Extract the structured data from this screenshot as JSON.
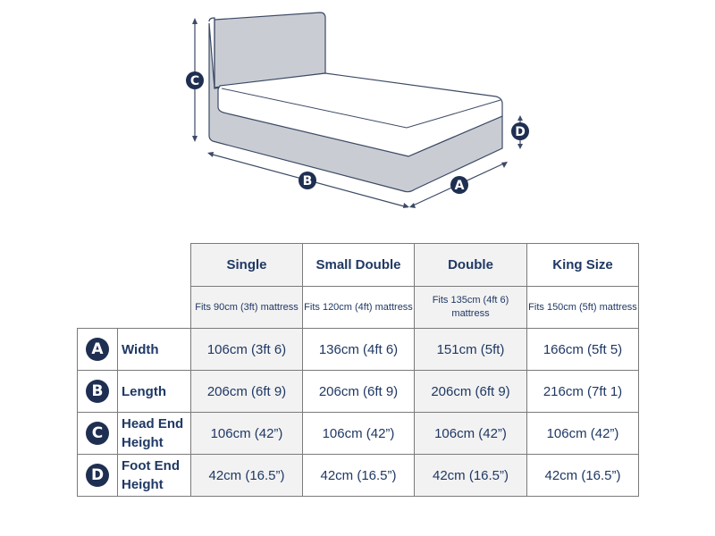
{
  "diagram": {
    "labels": {
      "a": "A",
      "b": "B",
      "c": "C",
      "d": "D"
    },
    "colors": {
      "frame": "#c9cdd3",
      "outline": "#3c4a66",
      "mattress": "#ffffff",
      "badge": "#1f2f52"
    }
  },
  "table": {
    "columns": [
      {
        "name": "Single",
        "fits": "Fits 90cm (3ft) mattress"
      },
      {
        "name": "Small Double",
        "fits": "Fits 120cm (4ft) mattress"
      },
      {
        "name": "Double",
        "fits": "Fits 135cm (4ft 6) mattress"
      },
      {
        "name": "King Size",
        "fits": "Fits 150cm (5ft) mattress"
      }
    ],
    "rows": [
      {
        "badge": "A",
        "label": "Width",
        "values": [
          "106cm (3ft 6)",
          "136cm (4ft 6)",
          "151cm (5ft)",
          "166cm (5ft 5)"
        ]
      },
      {
        "badge": "B",
        "label": "Length",
        "values": [
          "206cm (6ft 9)",
          "206cm (6ft 9)",
          "206cm (6ft 9)",
          "216cm (7ft 1)"
        ]
      },
      {
        "badge": "C",
        "label": "Head End Height",
        "values": [
          "106cm (42”)",
          "106cm (42”)",
          "106cm (42”)",
          "106cm (42”)"
        ]
      },
      {
        "badge": "D",
        "label": "Foot End Height",
        "values": [
          "42cm (16.5”)",
          "42cm (16.5”)",
          "42cm (16.5”)",
          "42cm (16.5”)"
        ]
      }
    ],
    "colors": {
      "text": "#1f3864",
      "shade": "#f2f2f2",
      "border": "#7a7a7a"
    }
  }
}
